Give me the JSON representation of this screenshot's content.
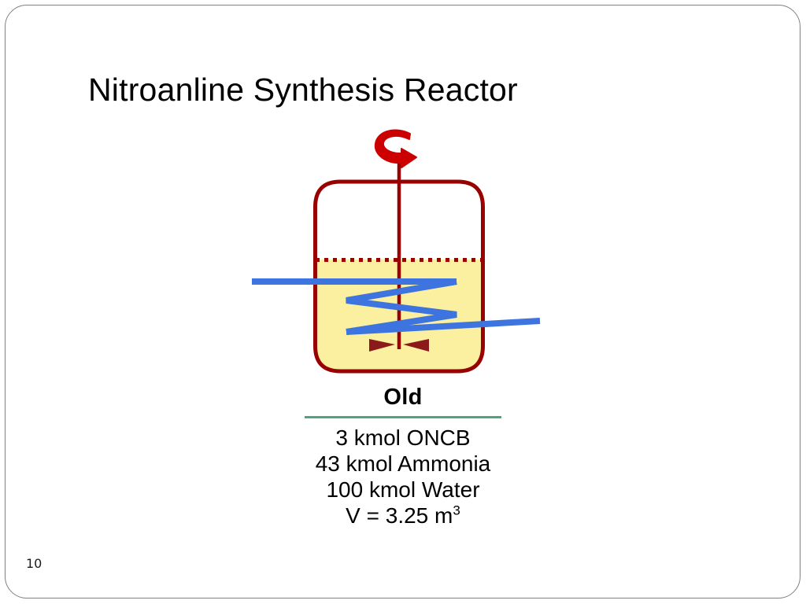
{
  "slide": {
    "title": "Nitroanline Synthesis Reactor",
    "page_number": "10",
    "background_color": "#ffffff",
    "frame_color": "#808080"
  },
  "diagram": {
    "name": "stirred-tank-reactor",
    "vessel_outline_color": "#990000",
    "liquid_fill_color": "#faf0a0",
    "liquid_level_line_color": "#990000",
    "coil_color": "#3d74e0",
    "shaft_color": "#990000",
    "impeller_color": "#8b1a1a",
    "rotation_arrow_color": "#cc0000",
    "parts": {
      "rotation_arrow": "rotation-arrow-icon",
      "agitator_shaft": "agitator-shaft",
      "vessel": "reactor-vessel",
      "liquid": "liquid-contents",
      "liquid_level": "liquid-level-line",
      "heating_coil": "heat-exchange-coil",
      "coil_inlet": "coil-inlet-line",
      "coil_outlet": "coil-outlet-line",
      "impeller": "impeller-blade"
    }
  },
  "caption": {
    "heading": "Old",
    "rule_color": "#4aa67e",
    "lines": [
      "3 kmol ONCB",
      "43 kmol Ammonia",
      "100 kmol Water"
    ],
    "volume_label": "V = 3.25 m",
    "volume_exponent": "3"
  }
}
